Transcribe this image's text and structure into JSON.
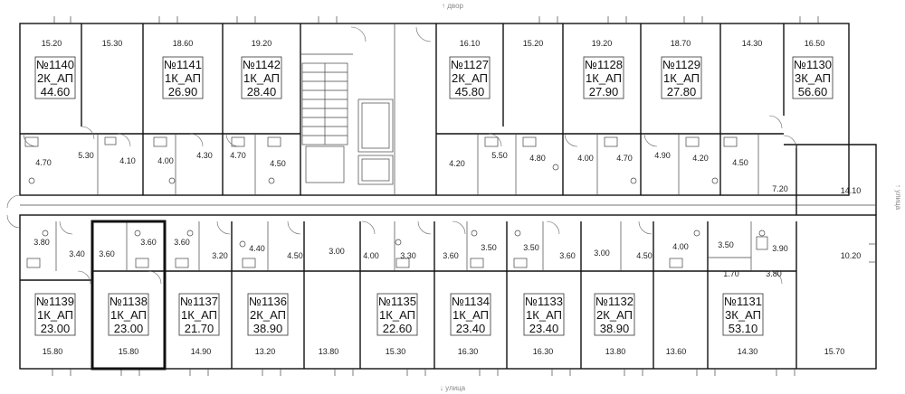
{
  "directions": {
    "top": "↑ двор",
    "bottom": "↓ улица",
    "right": "↑ улица"
  },
  "selected_apartment": "№1138",
  "top_apartments": [
    {
      "no": "№1140",
      "type": "2К_АП",
      "area": "44.60"
    },
    {
      "no": "№1141",
      "type": "1К_АП",
      "area": "26.90"
    },
    {
      "no": "№1142",
      "type": "1К_АП",
      "area": "28.40"
    },
    {
      "no": "№1127",
      "type": "2К_АП",
      "area": "45.80"
    },
    {
      "no": "№1128",
      "type": "1К_АП",
      "area": "27.90"
    },
    {
      "no": "№1129",
      "type": "1К_АП",
      "area": "27.80"
    },
    {
      "no": "№1130",
      "type": "3К_АП",
      "area": "56.60"
    }
  ],
  "bottom_apartments": [
    {
      "no": "№1139",
      "type": "1К_АП",
      "area": "23.00"
    },
    {
      "no": "№1138",
      "type": "1К_АП",
      "area": "23.00"
    },
    {
      "no": "№1137",
      "type": "1К_АП",
      "area": "21.70"
    },
    {
      "no": "№1136",
      "type": "2К_АП",
      "area": "38.90"
    },
    {
      "no": "№1135",
      "type": "1К_АП",
      "area": "22.60"
    },
    {
      "no": "№1134",
      "type": "1К_АП",
      "area": "23.40"
    },
    {
      "no": "№1133",
      "type": "1К_АП",
      "area": "23.40"
    },
    {
      "no": "№1132",
      "type": "2К_АП",
      "area": "38.90"
    },
    {
      "no": "№1131",
      "type": "3К_АП",
      "area": "53.10"
    }
  ],
  "room_areas_top": [
    "15.20",
    "15.30",
    "18.60",
    "19.20",
    "16.10",
    "15.20",
    "19.20",
    "18.70",
    "14.30",
    "16.50"
  ],
  "room_areas_top_lower": [
    "4.70",
    "5.30",
    "4.10",
    "4.00",
    "4.30",
    "4.70",
    "4.50",
    "4.20",
    "5.50",
    "4.80",
    "4.00",
    "4.70",
    "4.90",
    "4.20",
    "4.50"
  ],
  "room_areas_middle": [
    "7.20",
    "14.10"
  ],
  "room_areas_bottom_upper": [
    "3.80",
    "3.40",
    "3.60",
    "3.60",
    "3.60",
    "3.20",
    "4.40",
    "4.50",
    "3.00",
    "4.00",
    "3.30",
    "3.60",
    "3.50",
    "3.50",
    "3.60",
    "3.00",
    "4.50",
    "4.00",
    "3.50",
    "3.90",
    "1.70",
    "3.80",
    "10.20"
  ],
  "room_areas_bottom": [
    "15.80",
    "15.80",
    "14.90",
    "13.20",
    "13.80",
    "15.30",
    "16.30",
    "16.30",
    "13.80",
    "13.60",
    "14.30",
    "15.70"
  ]
}
